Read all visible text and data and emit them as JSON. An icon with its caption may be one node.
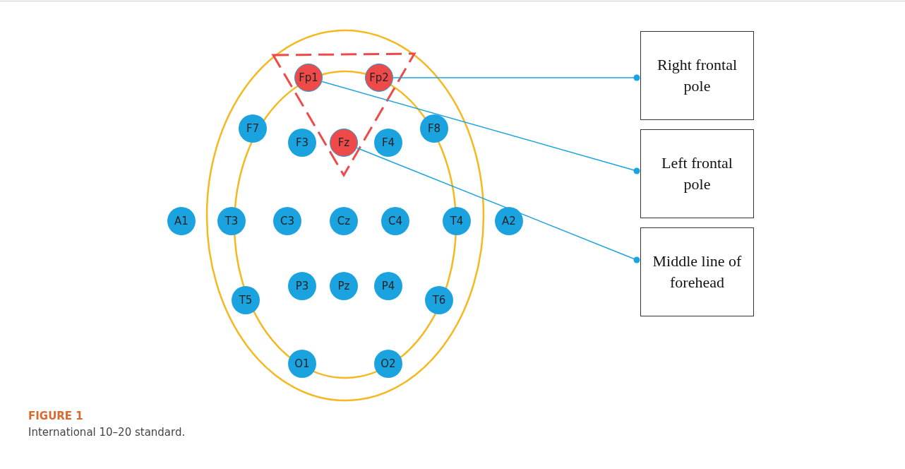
{
  "diagram": {
    "caption": "International 10–20 standard.",
    "nodes": [
      {
        "text": [
          "Fp1"
        ]
      },
      {
        "text": [
          "Fp2"
        ]
      },
      {
        "text": [
          "F7"
        ]
      },
      {
        "text": [
          "F3"
        ]
      },
      {
        "text": [
          "Fz"
        ]
      },
      {
        "text": [
          "F4"
        ]
      },
      {
        "text": [
          "F8"
        ]
      },
      {
        "text": [
          "A1"
        ]
      },
      {
        "text": [
          "T3"
        ]
      },
      {
        "text": [
          "C3"
        ]
      },
      {
        "text": [
          "Cz"
        ]
      },
      {
        "text": [
          "C4"
        ]
      },
      {
        "text": [
          "T4"
        ]
      },
      {
        "text": [
          "A2"
        ]
      },
      {
        "text": [
          "P3"
        ]
      },
      {
        "text": [
          "Pz"
        ]
      },
      {
        "text": [
          "P4"
        ]
      },
      {
        "text": [
          "T5"
        ]
      },
      {
        "text": [
          "T6"
        ]
      },
      {
        "text": [
          "O1"
        ]
      },
      {
        "text": [
          "O2"
        ]
      },
      {
        "text": [
          "Right frontal pole"
        ]
      },
      {
        "text": [
          "Left frontal pole"
        ]
      },
      {
        "text": [
          "Middle line of forehead"
        ]
      }
    ],
    "edges": [
      {
        "from": 1,
        "to": 21,
        "arrow": "other"
      },
      {
        "from": 0,
        "to": 22,
        "arrow": "other"
      },
      {
        "from": 4,
        "to": 23,
        "arrow": "other"
      }
    ],
    "labels": [
      "FIGURE 1"
    ]
  }
}
